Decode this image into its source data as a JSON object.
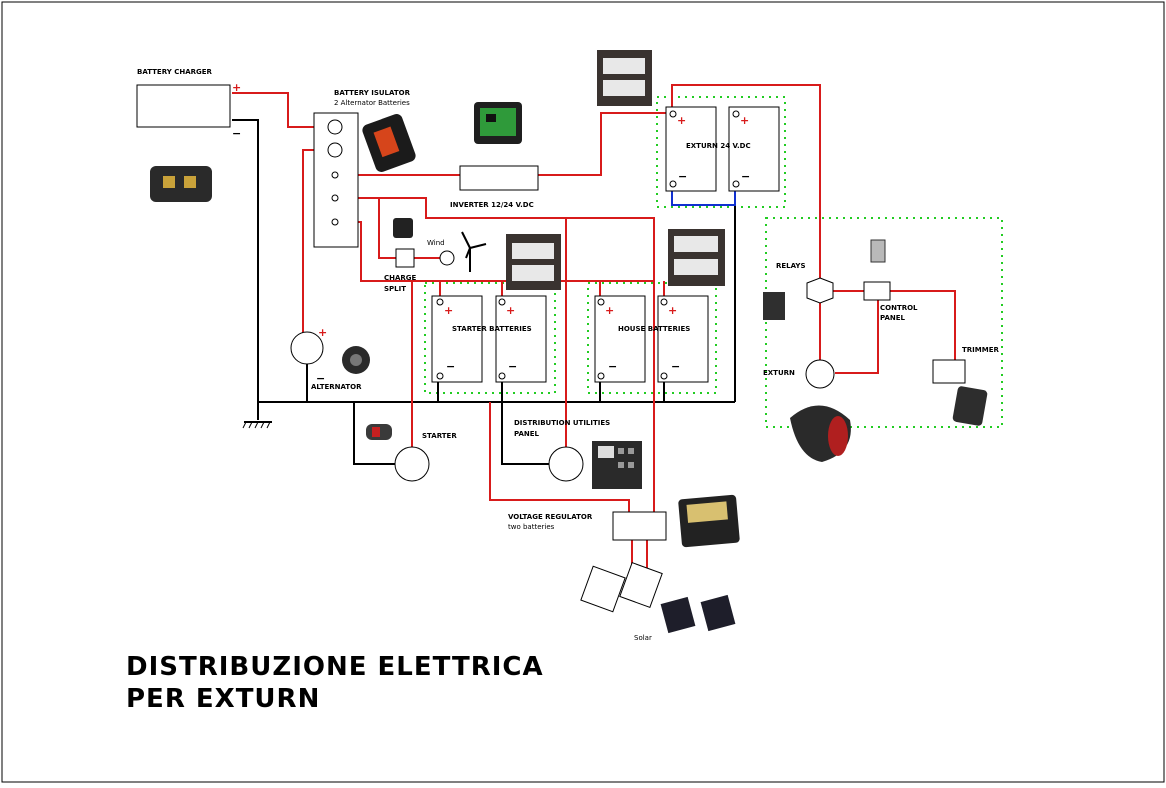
{
  "labels": {
    "battery_charger": "BATTERY CHARGER",
    "isolator_title": "BATTERY ISULATOR",
    "isolator_sub": "2  Alternator Batteries",
    "inverter": "INVERTER 12/24 V.DC",
    "exturn_24": "EXTURN 24 V.DC",
    "wind": "Wind",
    "charge_split_1": "CHARGE",
    "charge_split_2": "SPLIT",
    "starter_batteries": "STARTER BATTERIES",
    "house_batteries": "HOUSE BATTERIES",
    "alternator": "ALTERNATOR",
    "starter": "STARTER",
    "distribution_1": "DISTRIBUTION UTILITIES",
    "distribution_2": "PANEL",
    "voltage_regulator_1": "VOLTAGE REGULATOR",
    "voltage_regulator_2": "two batteries",
    "solar": "Solar",
    "relays": "RELAYS",
    "control_panel_1": "CONTROL",
    "control_panel_2": "PANEL",
    "trimmer": "TRIMMER",
    "exturn": "EXTURN"
  },
  "poles": {
    "plus": "+",
    "minus": "−"
  },
  "title": {
    "line1": "DISTRIBUZIONE ELETTRICA",
    "line2": "PER EXTURN"
  },
  "colors": {
    "positive_wire": "#d81b1b",
    "negative_wire": "#000000",
    "exturn_link_wire": "#1030d0",
    "group_outline": "#22cc22"
  }
}
